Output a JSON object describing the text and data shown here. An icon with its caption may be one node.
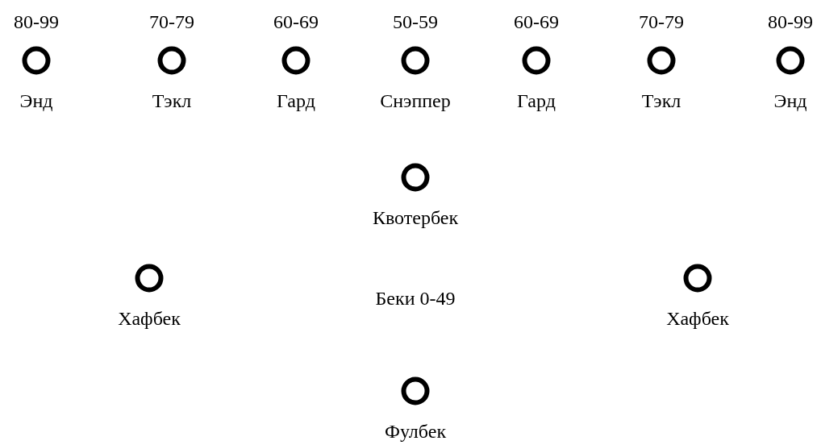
{
  "diagram": {
    "nodes": [
      {
        "text": [
          "80-99",
          "Энд"
        ]
      },
      {
        "text": [
          "70-79",
          "Тэкл"
        ]
      },
      {
        "text": [
          "60-69",
          "Гард"
        ]
      },
      {
        "text": [
          "50-59",
          "Снэппер"
        ]
      },
      {
        "text": [
          "60-69",
          "Гард"
        ]
      },
      {
        "text": [
          "70-79",
          "Тэкл"
        ]
      },
      {
        "text": [
          "80-99",
          "Энд"
        ]
      },
      {
        "text": [
          "Квотербек"
        ]
      },
      {
        "text": [
          "Хафбек"
        ]
      },
      {
        "text": [
          "Хафбек"
        ]
      },
      {
        "text": [
          "Фулбек"
        ]
      }
    ],
    "labels": [
      "Беки 0-49"
    ]
  }
}
